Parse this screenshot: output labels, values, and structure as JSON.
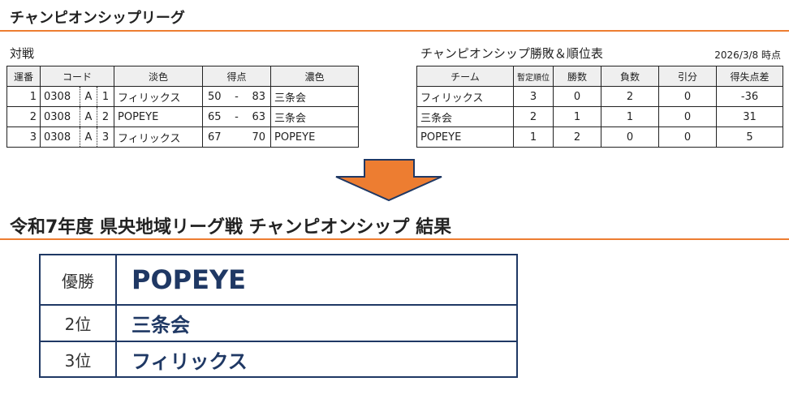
{
  "header": {
    "title": "チャンピオンシップリーグ"
  },
  "matches": {
    "title": "対戦",
    "columns": [
      "運番",
      "コード",
      "淡色",
      "得点",
      "濃色"
    ],
    "rows": [
      {
        "no": "1",
        "code": "0308",
        "group": "A",
        "seq": "1",
        "light": "フィリックス",
        "score_a": "50",
        "sep": "-",
        "score_b": "83",
        "dark": "三条会"
      },
      {
        "no": "2",
        "code": "0308",
        "group": "A",
        "seq": "2",
        "light": "POPEYE",
        "score_a": "65",
        "sep": "-",
        "score_b": "63",
        "dark": "三条会"
      },
      {
        "no": "3",
        "code": "0308",
        "group": "A",
        "seq": "3",
        "light": "フィリックス",
        "score_a": "67",
        "sep": "",
        "score_b": "70",
        "dark": "POPEYE"
      }
    ]
  },
  "standings": {
    "title": "チャンピオンシップ勝敗＆順位表",
    "as_of": "2026/3/8 時点",
    "columns": [
      "チーム",
      "暫定順位",
      "勝数",
      "負数",
      "引分",
      "得失点差"
    ],
    "rows": [
      [
        "フィリックス",
        "3",
        "0",
        "2",
        "0",
        "-36"
      ],
      [
        "三条会",
        "2",
        "1",
        "1",
        "0",
        "31"
      ],
      [
        "POPEYE",
        "1",
        "2",
        "0",
        "0",
        "5"
      ]
    ]
  },
  "result": {
    "title": "令和7年度 県央地域リーグ戦 チャンピオンシップ 結果",
    "rows": [
      {
        "label": "優勝",
        "team": "POPEYE"
      },
      {
        "label": "2位",
        "team": "三条会"
      },
      {
        "label": "3位",
        "team": "フィリックス"
      }
    ]
  },
  "colors": {
    "accent": "#ED7D31",
    "navy": "#1F3864"
  }
}
